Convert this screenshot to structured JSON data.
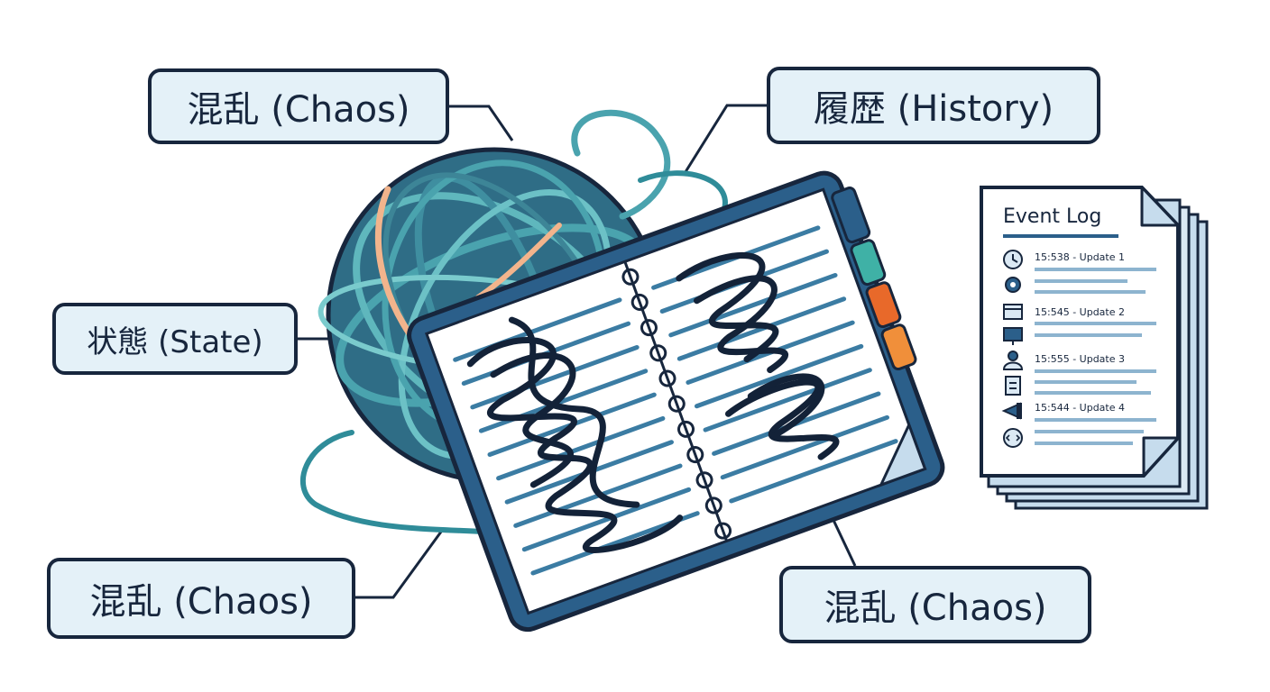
{
  "labels": {
    "chaos_top": "混乱 (Chaos)",
    "history": "履歴 (History)",
    "state": "状態 (State)",
    "chaos_bottom_left": "混乱 (Chaos)",
    "chaos_bottom_right": "混乱 (Chaos)"
  },
  "event_log": {
    "title": "Event Log",
    "entries": [
      {
        "text": "15:538 - Update 1",
        "icon": "clock-icon"
      },
      {
        "text": "15:545 - Update 2",
        "icon": "window-icon"
      },
      {
        "text": "15:555 - Update 3",
        "icon": "user-icon"
      },
      {
        "text": "15:544 - Update 4",
        "icon": "arrow-left-icon"
      }
    ],
    "extra_icons": [
      "gear-icon",
      "monitor-icon",
      "clipboard-icon",
      "code-icon"
    ]
  },
  "colors": {
    "outline": "#17263d",
    "label_fill": "#e4f1f8",
    "yarn_dark": "#2f6d86",
    "yarn_teal": "#4aa3ae",
    "yarn_peach": "#f2b48c",
    "notebook_cover": "#2b5f8a",
    "tab_teal": "#3fb1a6",
    "tab_orange": "#e8692a",
    "tab_amber": "#f08f3a",
    "paper_blue": "#c6dced"
  }
}
